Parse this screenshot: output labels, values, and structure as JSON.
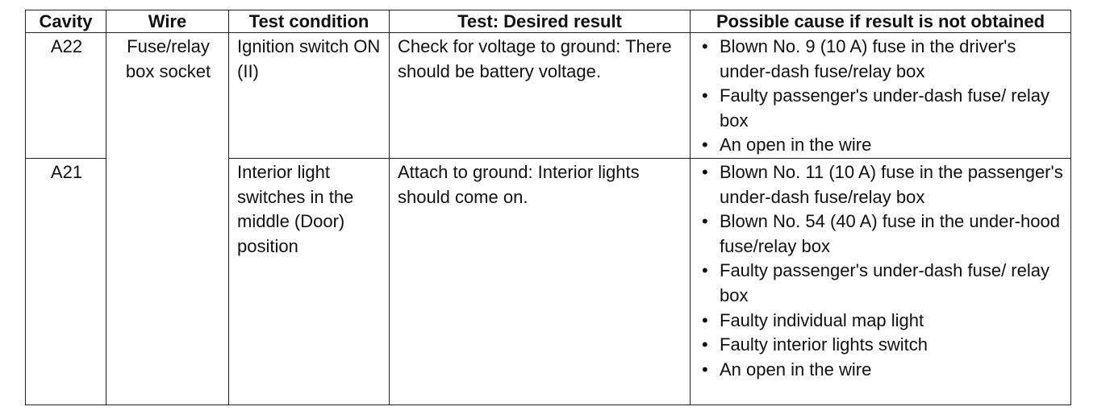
{
  "table": {
    "headers": {
      "cavity": "Cavity",
      "wire": "Wire",
      "condition": "Test condition",
      "test": "Test: Desired result",
      "cause": "Possible cause if result is not obtained"
    },
    "wire_shared": "Fuse/relay box socket",
    "rows": [
      {
        "cavity": "A22",
        "condition": "Ignition switch ON (II)",
        "test": "Check for voltage to ground: There should be battery voltage.",
        "causes": [
          "Blown No. 9 (10 A) fuse in the driver's under-dash fuse/relay box",
          "Faulty passenger's under-dash fuse/ relay box",
          "An open in the wire"
        ]
      },
      {
        "cavity": "A21",
        "condition": "Interior light switches in the middle (Door) position",
        "test": "Attach to ground: Interior lights should come on.",
        "causes": [
          "Blown No. 11 (10 A) fuse in the passenger's under-dash fuse/relay box",
          "Blown No. 54 (40 A) fuse in the under-hood fuse/relay box",
          "Faulty passenger's under-dash fuse/ relay box",
          "Faulty individual map light",
          "Faulty interior lights switch",
          "An open in the wire"
        ]
      }
    ]
  }
}
